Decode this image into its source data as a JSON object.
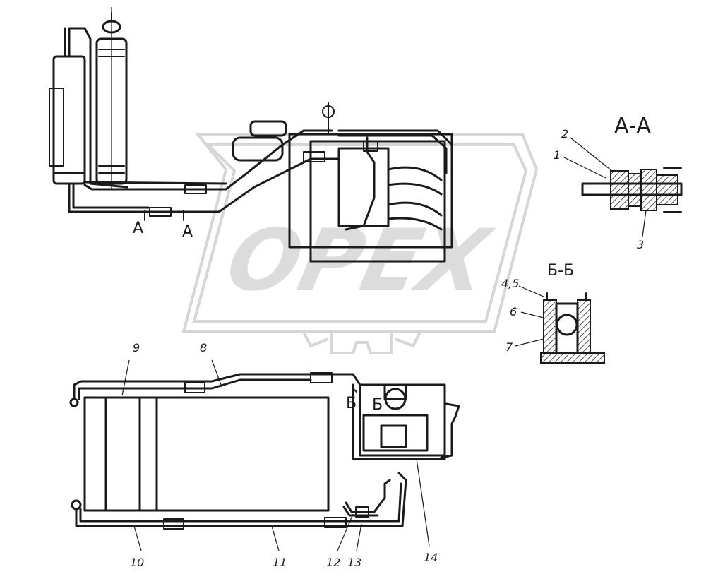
{
  "watermark": {
    "text": "OPEX"
  },
  "sections": {
    "aa_title": "А-А",
    "bb_title": "Б-Б",
    "cut_a_left": "А",
    "cut_a_right": "А",
    "cut_b_left": "Б",
    "cut_b_right": "Б"
  },
  "callouts": [
    {
      "id": "1",
      "text": "1"
    },
    {
      "id": "2",
      "text": "2"
    },
    {
      "id": "3",
      "text": "3"
    },
    {
      "id": "45",
      "text": "4,5"
    },
    {
      "id": "6",
      "text": "6"
    },
    {
      "id": "7",
      "text": "7"
    },
    {
      "id": "8",
      "text": "8"
    },
    {
      "id": "9",
      "text": "9"
    },
    {
      "id": "10",
      "text": "10"
    },
    {
      "id": "11",
      "text": "11"
    },
    {
      "id": "12",
      "text": "12"
    },
    {
      "id": "13",
      "text": "13"
    },
    {
      "id": "14",
      "text": "14"
    }
  ]
}
